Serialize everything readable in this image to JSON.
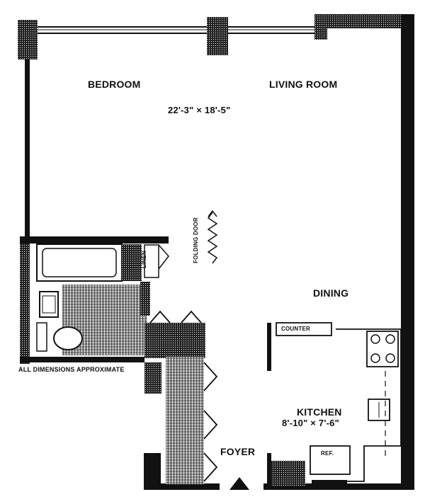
{
  "rooms": {
    "bedroom": "BEDROOM",
    "living_room": "LIVING ROOM",
    "main_dimensions": "22'-3\" × 18'-5\"",
    "dining": "DINING",
    "kitchen": "KITCHEN",
    "kitchen_dimensions": "8'-10\" × 7'-6\"",
    "foyer": "FOYER"
  },
  "fixtures": {
    "linen": "LINEN",
    "folding_door": "FOLDING DOOR",
    "counter": "COUNTER",
    "refrigerator": "REF."
  },
  "notes": {
    "dimensions_approx": "ALL DIMENSIONS APPROXIMATE"
  },
  "colors": {
    "wall": "#111111",
    "background": "#ffffff"
  }
}
